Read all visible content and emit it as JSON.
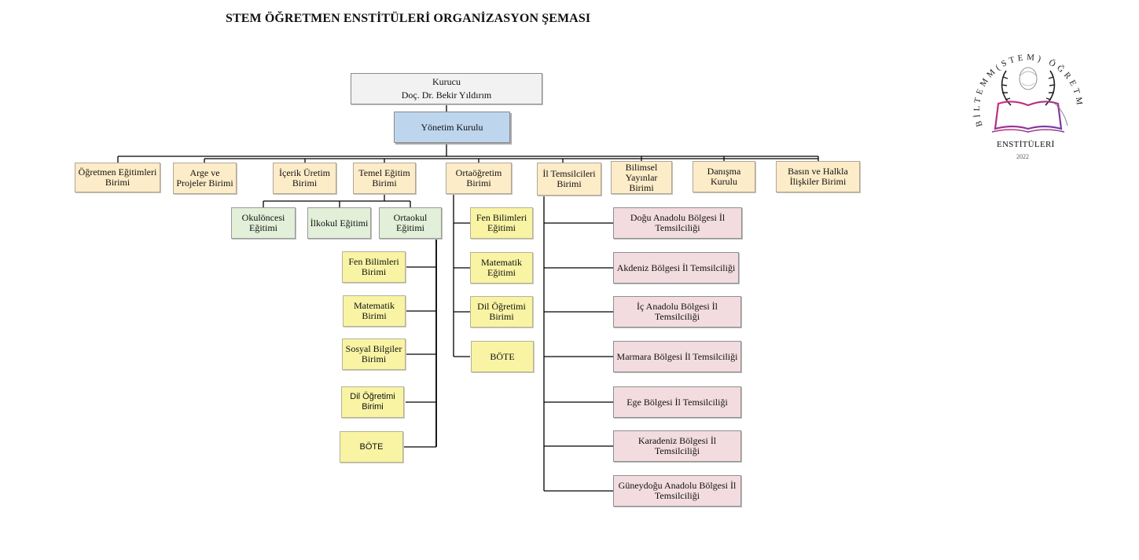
{
  "title": "STEM ÖĞRETMEN ENSTİTÜLERİ ORGANİZASYON ŞEMASI",
  "root": {
    "role": "Kurucu",
    "name": "Doç. Dr. Bekir Yıldırım"
  },
  "board": "Yönetim  Kurulu",
  "units": [
    "Öğretmen Eğitimleri Birimi",
    "Arge ve Projeler Birimi",
    "İçerik Üretim Birimi",
    "Temel Eğitim Birimi",
    "Ortaöğretim Birimi",
    "İl Temsilcileri Birimi",
    "Bilimsel Yayınlar Birimi",
    "Danışma Kurulu",
    "Basın ve Halkla İlişkiler Birimi"
  ],
  "temel_egitim_levels": [
    "Okulöncesi Eğitimi",
    "İlkokul Eğitimi",
    "Ortaokul Eğitimi"
  ],
  "ortaokul_units": [
    "Fen Bilimleri Birimi",
    "Matematik Birimi",
    "Sosyal Bilgiler Birimi",
    "Dil Öğretimi Birimi",
    "BÖTE"
  ],
  "ortaogretim_units": [
    "Fen Bilimleri Eğitimi",
    "Matematik Eğitimi",
    "Dil Öğretimi Birimi",
    "BÖTE"
  ],
  "regions": [
    "Doğu Anadolu Bölgesi İl Temsilciliği",
    "Akdeniz Bölgesi İl Temsilciliği",
    "İç Anadolu Bölgesi İl Temsilciliği",
    "Marmara Bölgesi İl Temsilciliği",
    "Ege Bölgesi İl Temsilciliği",
    "Karadeniz Bölgesi İl Temsilciliği",
    "Güneydoğu Anadolu Bölgesi İl Temsilciliği"
  ],
  "logo": {
    "arc_text": "BİLTEMM(STEM) ÖĞRETMEN",
    "word": "ENSTİTÜLERİ",
    "year": "2022"
  },
  "colors": {
    "root": "#f2f2f2",
    "board": "#bdd6ee",
    "unit": "#fdecc8",
    "level": "#e2efd9",
    "subject": "#f8f4a4",
    "region": "#f2dce0"
  }
}
